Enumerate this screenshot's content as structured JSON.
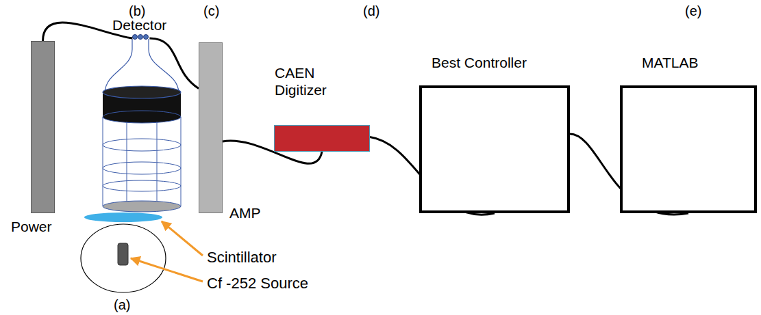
{
  "diagram": {
    "nodes": [
      {
        "text": [
          "Power"
        ]
      },
      {
        "text": [
          "Detector"
        ]
      },
      {
        "text": [
          "AMP"
        ]
      },
      {
        "text": [
          "CAEN Digitizer"
        ]
      },
      {
        "text": [
          "Best Controller"
        ]
      },
      {
        "text": [
          "MATLAB"
        ]
      }
    ],
    "edges": [
      {
        "from": 0,
        "to": 1,
        "arrow": "none"
      },
      {
        "from": 1,
        "to": 2,
        "arrow": "none"
      },
      {
        "from": 2,
        "to": 3,
        "arrow": "none"
      },
      {
        "from": 3,
        "to": 4,
        "arrow": "none"
      },
      {
        "from": 4,
        "to": 5,
        "arrow": "none"
      }
    ],
    "labels": [
      "(b)",
      "(c)",
      "(d)",
      "(e)",
      "Scintillator",
      "Cf -252 Source",
      "(a)"
    ]
  }
}
